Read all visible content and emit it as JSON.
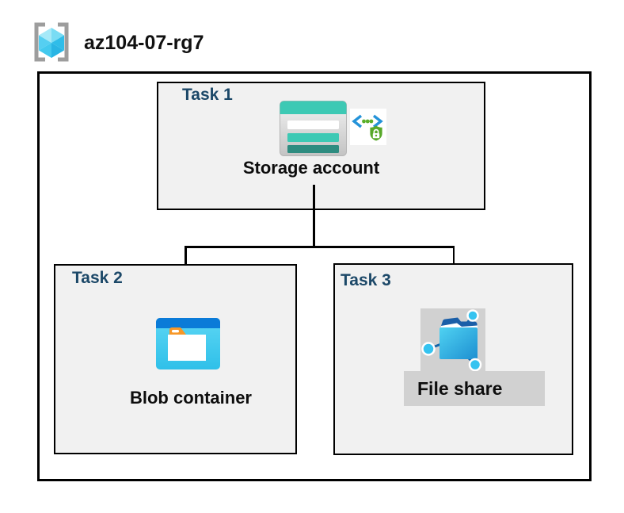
{
  "header": {
    "title": "az104-07-rg7"
  },
  "tasks": [
    {
      "label": "Task 1",
      "resource": "Storage account"
    },
    {
      "label": "Task 2",
      "resource": "Blob container"
    },
    {
      "label": "Task 3",
      "resource": "File share"
    }
  ],
  "icons": {
    "resource_group": "resource-group-icon",
    "task1": [
      "storage-account-icon",
      "secure-api-shield-icon"
    ],
    "task2": "blob-container-icon",
    "task3": "file-share-icon"
  },
  "colors": {
    "navy": "#1C4868",
    "panel": "#F1F1F1",
    "graybg": "#D1D1D1",
    "line": "#000000",
    "teal": "#3DC9B4",
    "teal-dark": "#2E8C80",
    "blue": "#0B7BD8",
    "cyan": "#35C3F0",
    "orange": "#F79727",
    "green": "#57A829",
    "bracket": "#9D9D9D",
    "link-blue": "#1464A8"
  }
}
